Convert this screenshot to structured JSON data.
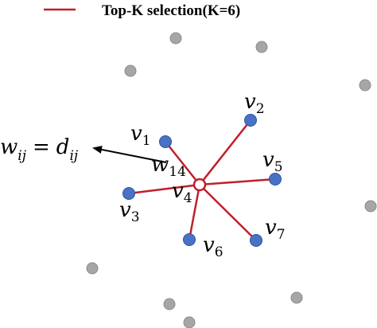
{
  "legend": {
    "label": "Top-K selection(K=6)",
    "line_color": "#c0202a"
  },
  "colors": {
    "edge": "#c0202a",
    "selected_node_fill": "#4a72c4",
    "selected_node_stroke": "#2d54a0",
    "other_node_fill": "#a6a6a6",
    "other_node_stroke": "#8c8c8c",
    "center_fill": "#ffffff",
    "center_stroke": "#c0202a"
  },
  "nodes": {
    "v1": {
      "letter": "v",
      "sub": "1"
    },
    "v2": {
      "letter": "v",
      "sub": "2"
    },
    "v3": {
      "letter": "v",
      "sub": "3"
    },
    "v4": {
      "letter": "v",
      "sub": "4"
    },
    "v5": {
      "letter": "v",
      "sub": "5"
    },
    "v6": {
      "letter": "v",
      "sub": "6"
    },
    "v7": {
      "letter": "v",
      "sub": "7"
    }
  },
  "edge_label": {
    "letter": "w",
    "sub": "14"
  },
  "formula": {
    "lhs": "w",
    "lhs_sub": "ij",
    "op": "=",
    "rhs": "d",
    "rhs_sub": "ij"
  }
}
